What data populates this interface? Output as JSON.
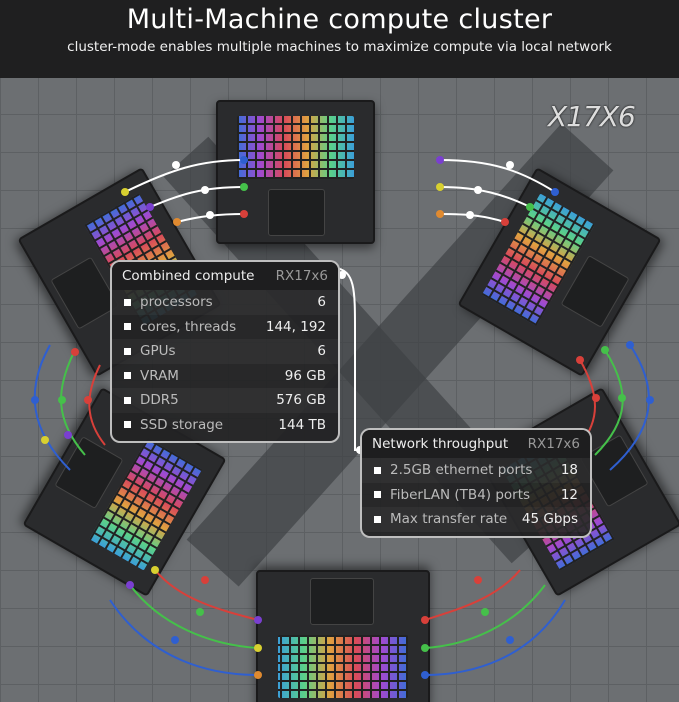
{
  "header": {
    "title": "Multi-Machine compute cluster",
    "subtitle": "cluster-mode enables multiple machines to maximize compute via local network"
  },
  "logo": "X17X6",
  "compute": {
    "title": "Combined compute",
    "tag": "RX17x6",
    "rows": [
      {
        "label": "processors",
        "value": "6"
      },
      {
        "label": "cores, threads",
        "value": "144, 192"
      },
      {
        "label": "GPUs",
        "value": "6"
      },
      {
        "label": "VRAM",
        "value": "96 GB"
      },
      {
        "label": "DDR5",
        "value": "576 GB"
      },
      {
        "label": "SSD storage",
        "value": "144 TB"
      }
    ]
  },
  "network": {
    "title": "Network throughput",
    "tag": "RX17x6",
    "rows": [
      {
        "label": "2.5GB ethernet ports",
        "value": "18"
      },
      {
        "label": "FiberLAN (TB4) ports",
        "value": "12"
      },
      {
        "label": "Max transfer rate",
        "value": "45 Gbps"
      }
    ]
  },
  "colors": {
    "blue": "#2f5fd0",
    "green": "#45c04a",
    "red": "#d8403a",
    "purple": "#7a3fd0",
    "yellow": "#d8d030",
    "orange": "#e08a30",
    "white": "#ffffff"
  }
}
